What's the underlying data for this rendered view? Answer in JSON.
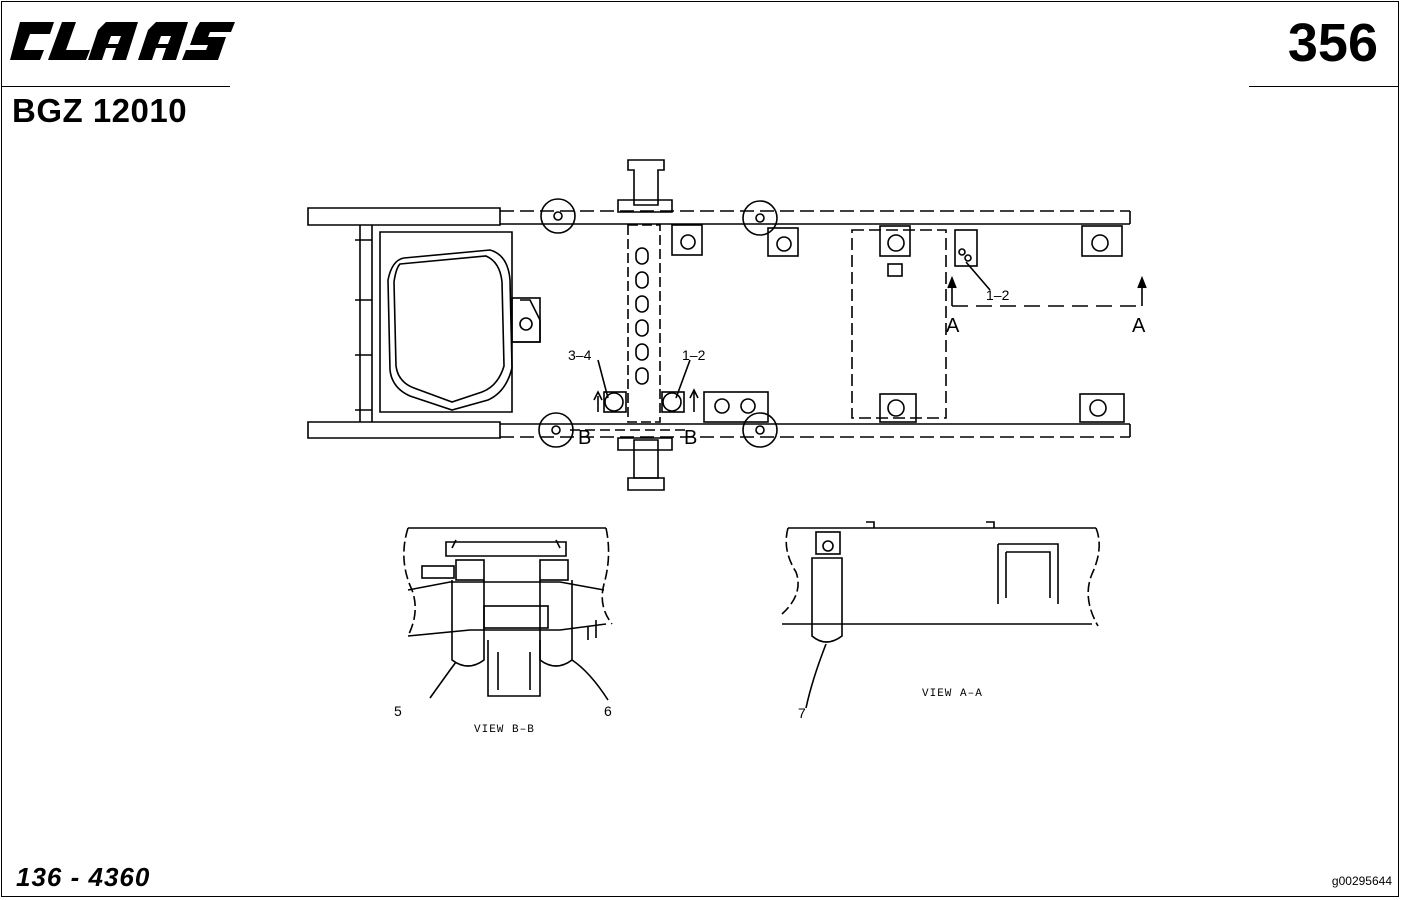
{
  "header": {
    "brand": "CLAAS",
    "model": "BGZ 12010",
    "page_number": "356"
  },
  "footer": {
    "part_number": "136 - 4360",
    "reference_id": "g00295644"
  },
  "callouts": {
    "c1": "1–2",
    "c2": "3–4",
    "c3": "1–2",
    "c4": "5",
    "c5": "6",
    "c6": "7"
  },
  "section_marks": {
    "a_left": "A",
    "a_right": "A",
    "b_left": "B",
    "b_right": "B"
  },
  "views": {
    "view_bb": "VIEW B–B",
    "view_aa": "VIEW A–A"
  }
}
